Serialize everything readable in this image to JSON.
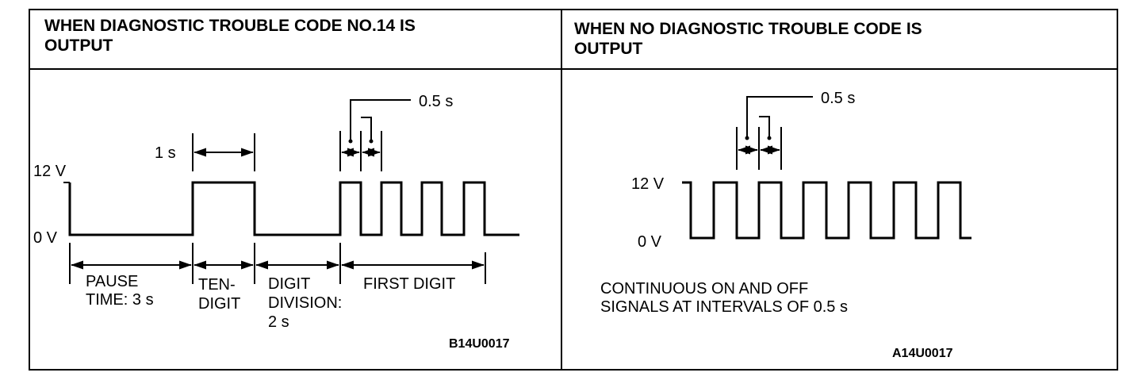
{
  "left_panel": {
    "header_line1": "WHEN DIAGNOSTIC TROUBLE CODE NO.14 IS",
    "header_line2": "OUTPUT",
    "voltage_high": "12 V",
    "voltage_low": "0 V",
    "interval_1s": "1 s",
    "interval_half_s": "0.5 s",
    "segment_pause_line1": "PAUSE",
    "segment_pause_line2": "TIME: 3 s",
    "segment_ten_line1": "TEN-",
    "segment_ten_line2": "DIGIT",
    "segment_division_line1": "DIGIT",
    "segment_division_line2": "DIVISION:",
    "segment_division_line3": "2 s",
    "segment_first": "FIRST DIGIT",
    "figure_code": "B14U0017"
  },
  "right_panel": {
    "header_line1": "WHEN NO DIAGNOSTIC TROUBLE CODE IS",
    "header_line2": "OUTPUT",
    "voltage_high": "12 V",
    "voltage_low": "0 V",
    "interval_half_s": "0.5 s",
    "caption_line1": "CONTINUOUS ON AND OFF",
    "caption_line2": "SIGNALS AT INTERVALS OF 0.5 s",
    "figure_code": "A14U0017"
  },
  "colors": {
    "line": "#000000",
    "background": "#ffffff"
  }
}
